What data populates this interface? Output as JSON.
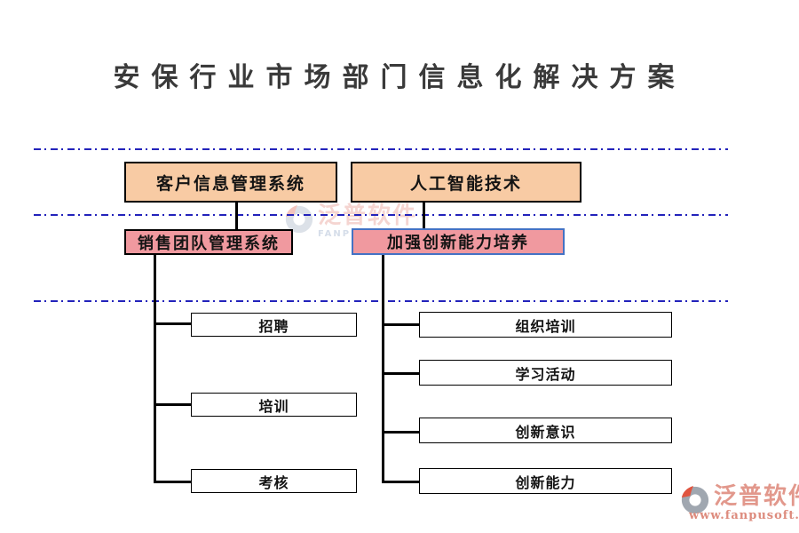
{
  "title": "安保行业市场部门信息化解决方案",
  "diagram": {
    "left_branch": {
      "root": {
        "label": "客户信息管理系统"
      },
      "sub": {
        "label": "销售团队管理系统"
      },
      "leaves": [
        {
          "label": "招聘"
        },
        {
          "label": "培训"
        },
        {
          "label": "考核"
        }
      ]
    },
    "right_branch": {
      "root": {
        "label": "人工智能技术"
      },
      "sub": {
        "label": "加强创新能力培养"
      },
      "leaves": [
        {
          "label": "组织培训"
        },
        {
          "label": "学习活动"
        },
        {
          "label": "创新意识"
        },
        {
          "label": "创新能力"
        }
      ]
    }
  },
  "watermarks": {
    "center": {
      "brand": "泛普软件",
      "subtitle": "FANPU SOFTWARE"
    },
    "corner": {
      "brand": "泛普软件",
      "url": "www.fanpusoft.com"
    }
  },
  "colors": {
    "root_box_fill": "#f8cba4",
    "sub_box_fill": "#f0999f",
    "sub_box_border_right": "#4472c4",
    "guide_line": "#2323bb",
    "connector": "#000000",
    "title_text": "#3a3a3a",
    "watermark_brand": "#e2988c",
    "watermark_url": "#dd8b7d"
  }
}
